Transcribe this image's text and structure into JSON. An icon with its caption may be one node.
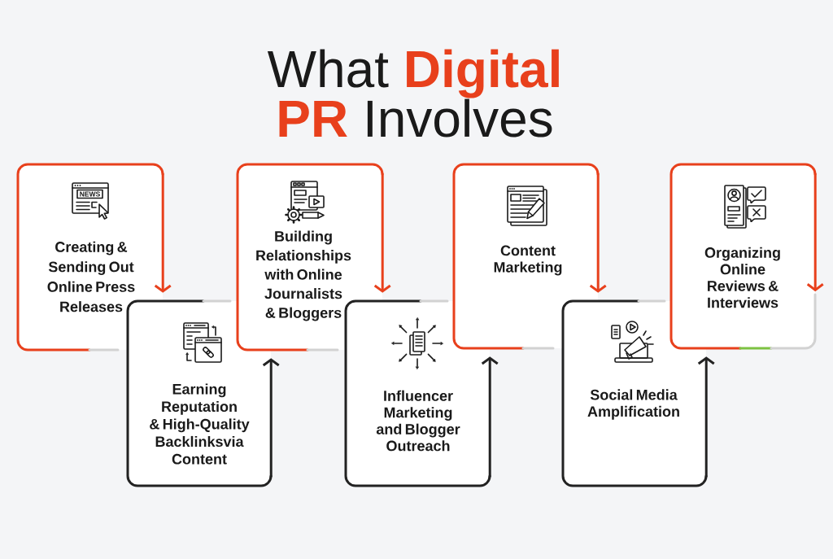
{
  "diagram": {
    "title": "What **Digital PR** Involves",
    "nodes": [
      {
        "text": [
          "Creating & Sending Out Online Press Releases"
        ]
      },
      {
        "text": [
          "Earning Reputation & High-Quality Backlinksvia Content"
        ]
      },
      {
        "text": [
          "Building Relationships with Online Journalists & Bloggers"
        ]
      },
      {
        "text": [
          "Influencer Marketing and Blogger Outreach"
        ]
      },
      {
        "text": [
          "Content Marketing"
        ]
      },
      {
        "text": [
          "Social Media Amplification"
        ]
      },
      {
        "text": [
          "Organizing Online Reviews & Interviews"
        ]
      }
    ],
    "edges": [
      {
        "from": 0,
        "to": 1,
        "arrow": "to"
      },
      {
        "from": 1,
        "to": 2,
        "arrow": "to",
        "color": "#222222"
      },
      {
        "from": 2,
        "to": 3,
        "arrow": "to"
      },
      {
        "from": 3,
        "to": 4,
        "arrow": "to",
        "color": "#222222"
      },
      {
        "from": 4,
        "to": 5,
        "arrow": "to"
      },
      {
        "from": 5,
        "to": 6,
        "arrow": "to",
        "color": "#222222"
      },
      {
        "from": null,
        "to": 6,
        "arrow": "to"
      }
    ],
    "labels": [
      "NEWS"
    ]
  }
}
